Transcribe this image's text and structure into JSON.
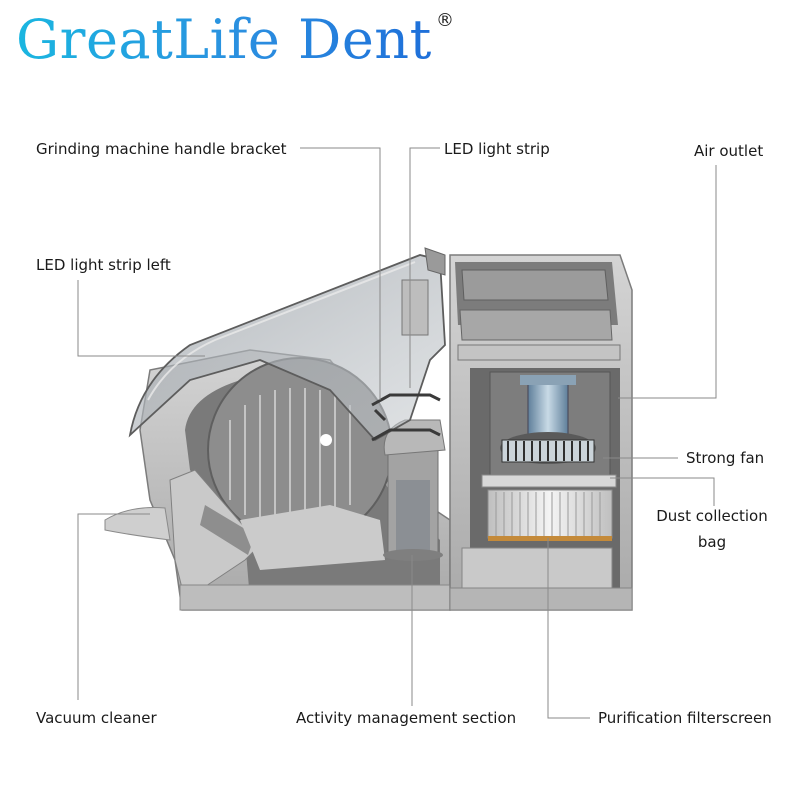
{
  "brand": {
    "name": "GreatLife Dent",
    "mark": "®"
  },
  "labels": {
    "handle_bracket": "Grinding machine handle bracket",
    "led_strip": "LED light strip",
    "air_outlet": "Air outlet",
    "led_strip_left": "LED light strip left",
    "strong_fan": "Strong fan",
    "dust_bag_line1": "Dust collection",
    "dust_bag_line2": "bag",
    "vacuum_cleaner": "Vacuum cleaner",
    "activity_section": "Activity management section",
    "filterscreen": "Purification filterscreen"
  },
  "colors": {
    "logo_start": "#1ab6e0",
    "logo_end": "#1e6fd9",
    "body_gray": "#b9b9b9",
    "dark_gray": "#6f6f6f"
  }
}
